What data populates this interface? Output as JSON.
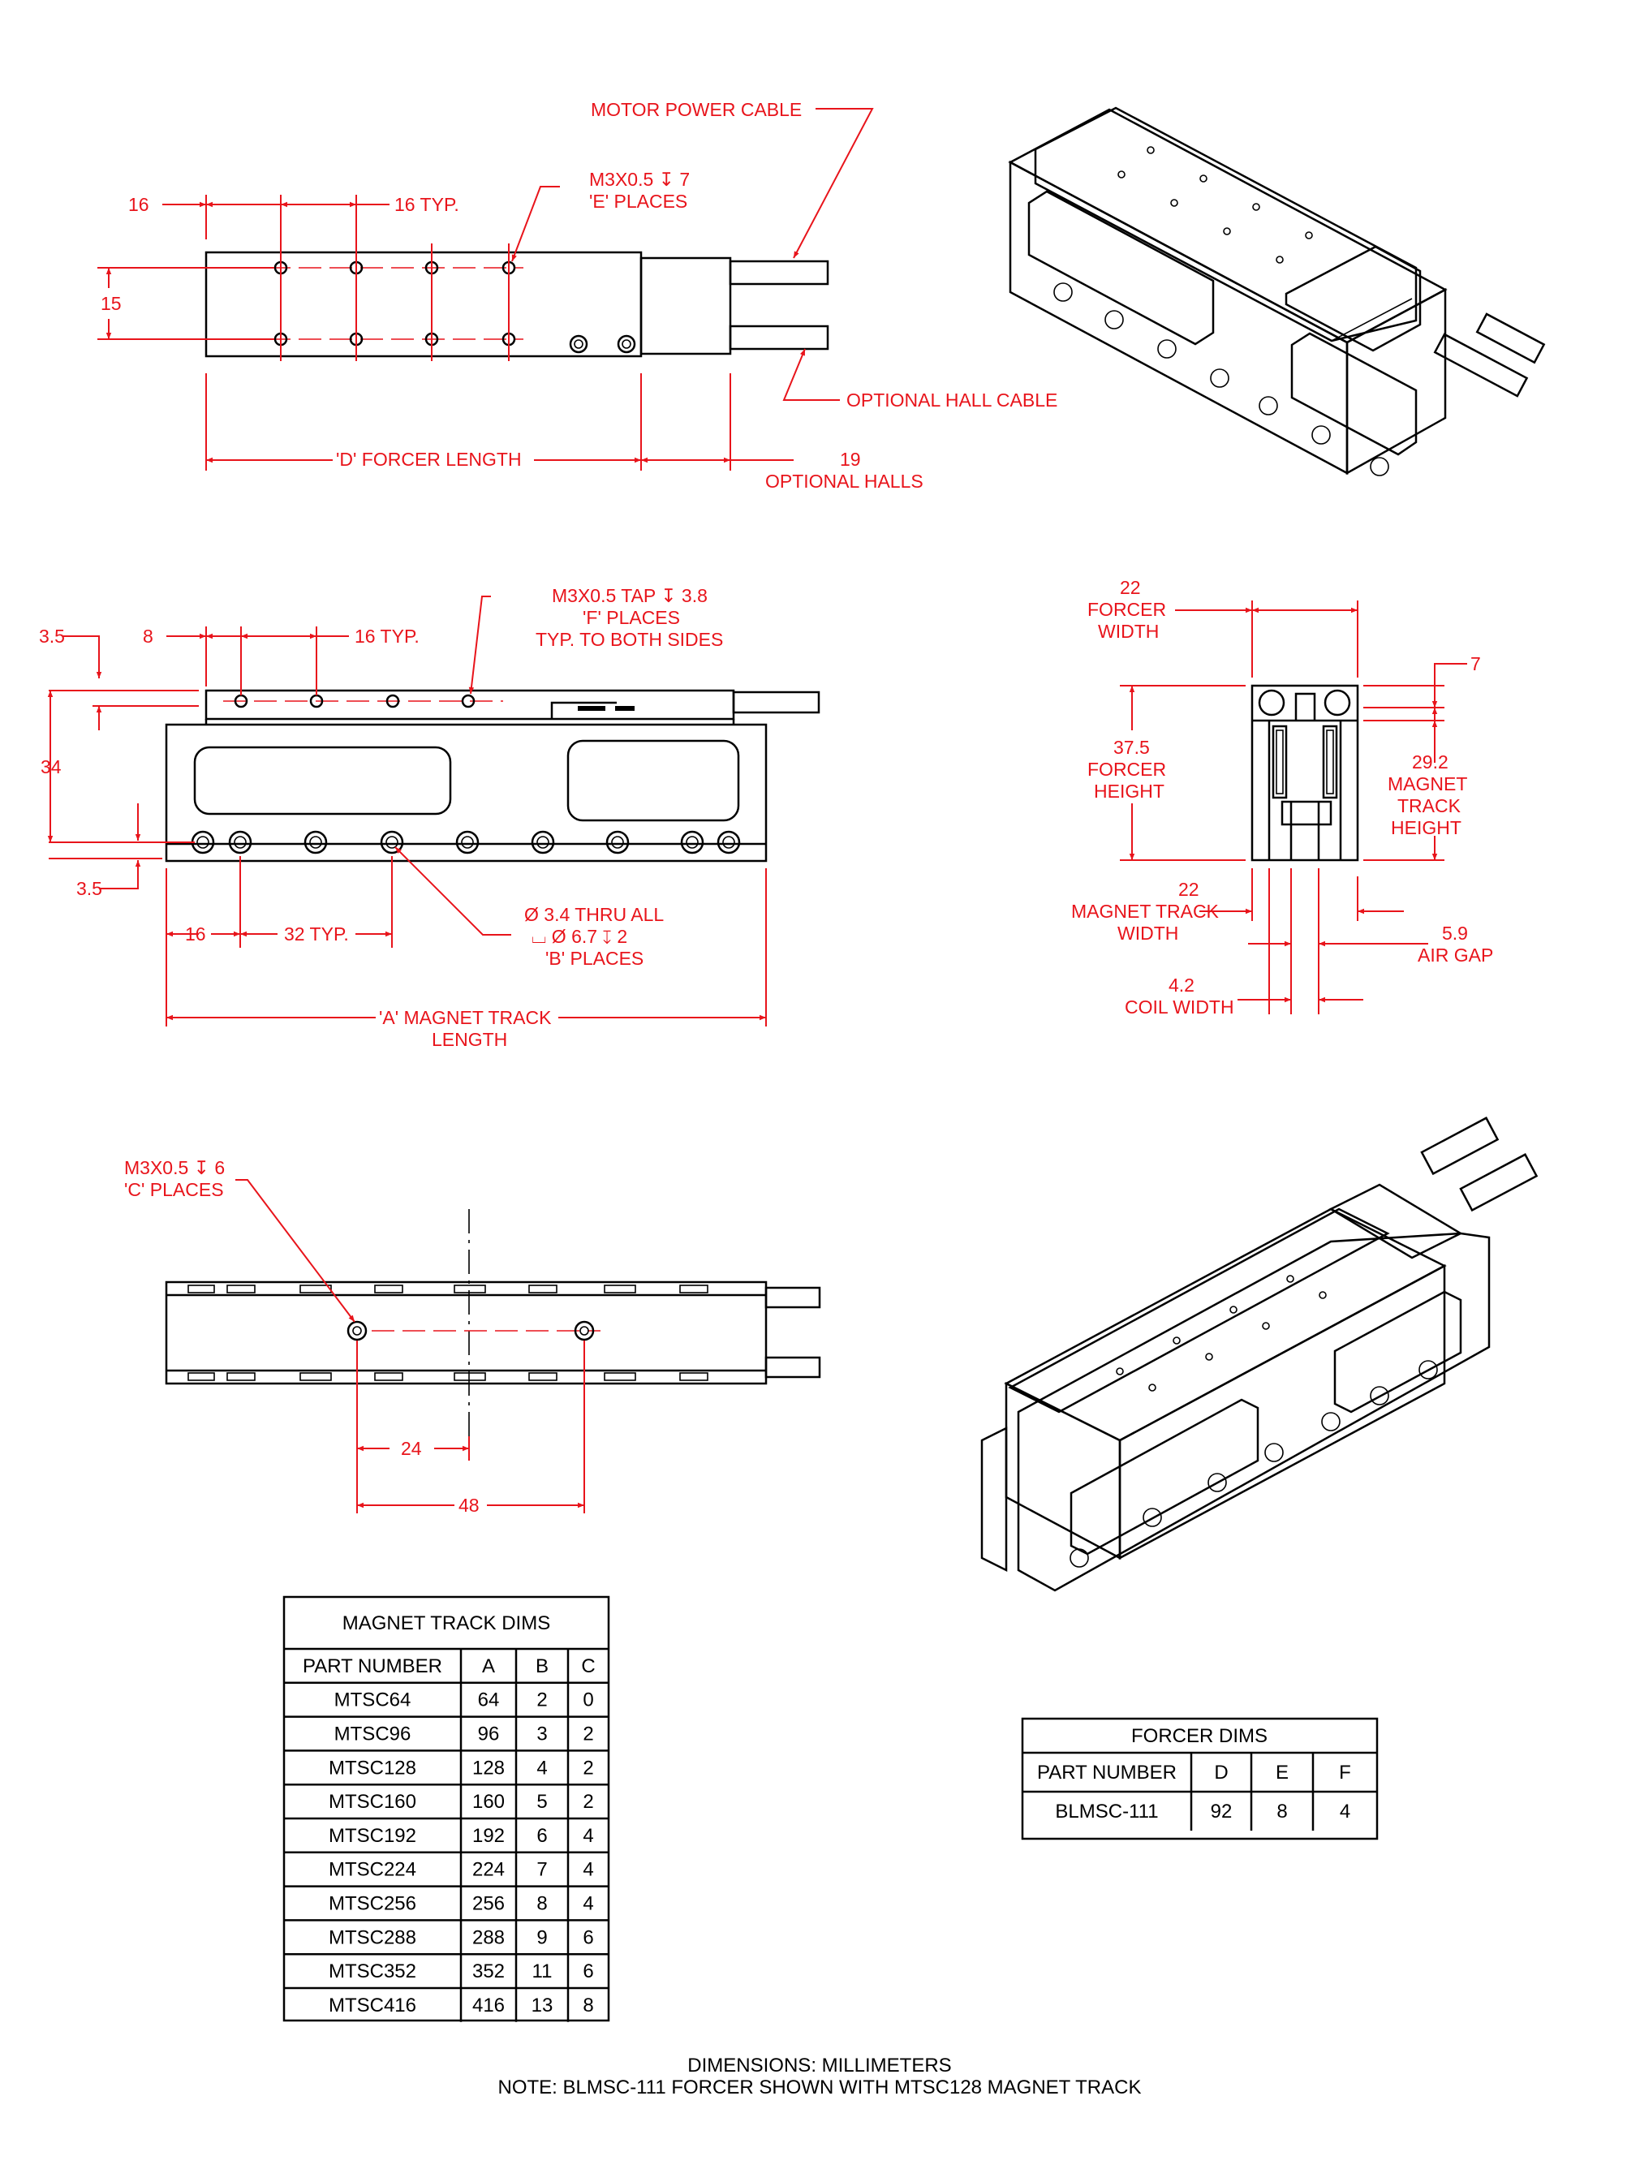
{
  "top_view": {
    "motor_power_cable": "MOTOR POWER CABLE",
    "dim_16": "16",
    "dim_16_typ": "16 TYP.",
    "tap_e_line1": "M3X0.5 ↧ 7",
    "tap_e_line2": "'E' PLACES",
    "dim_15": "15",
    "optional_hall_cable": "OPTIONAL HALL CABLE",
    "d_forcer_length": "'D' FORCER LENGTH",
    "dim_19": "19",
    "optional_halls": "OPTIONAL HALLS"
  },
  "side_view": {
    "dim_3_5_top": "3.5",
    "dim_8": "8",
    "dim_16_typ": "16 TYP.",
    "tap_f_line1": "M3X0.5 TAP ↧ 3.8",
    "tap_f_line2": "'F' PLACES",
    "tap_f_line3": "TYP. TO BOTH SIDES",
    "dim_34": "34",
    "dim_3_5_bottom": "3.5",
    "dim_16": "16",
    "dim_32_typ": "32 TYP.",
    "thru_line1": "Ø 3.4 THRU ALL",
    "thru_line2": "⌴ Ø 6.7 ↧ 2",
    "thru_line3": "'B' PLACES",
    "a_line1": "'A' MAGNET TRACK",
    "a_line2": "LENGTH"
  },
  "end_view": {
    "forcer_width_1": "22",
    "forcer_width_2": "FORCER",
    "forcer_width_3": "WIDTH",
    "dim_7": "7",
    "forcer_height_1": "37.5",
    "forcer_height_2": "FORCER",
    "forcer_height_3": "HEIGHT",
    "track_height_1": "29.2",
    "track_height_2": "MAGNET",
    "track_height_3": "TRACK",
    "track_height_4": "HEIGHT",
    "track_width_1": "22",
    "track_width_2": "MAGNET TRACK",
    "track_width_3": "WIDTH",
    "air_gap_1": "5.9",
    "air_gap_2": "AIR GAP",
    "coil_width_1": "4.2",
    "coil_width_2": "COIL WIDTH"
  },
  "bottom_view": {
    "tap_c_line1": "M3X0.5 ↧ 6",
    "tap_c_line2": "'C' PLACES",
    "dim_24": "24",
    "dim_48": "48"
  },
  "magnet_table": {
    "title": "MAGNET TRACK DIMS",
    "headers": [
      "PART NUMBER",
      "A",
      "B",
      "C"
    ],
    "rows": [
      [
        "MTSC64",
        "64",
        "2",
        "0"
      ],
      [
        "MTSC96",
        "96",
        "3",
        "2"
      ],
      [
        "MTSC128",
        "128",
        "4",
        "2"
      ],
      [
        "MTSC160",
        "160",
        "5",
        "2"
      ],
      [
        "MTSC192",
        "192",
        "6",
        "4"
      ],
      [
        "MTSC224",
        "224",
        "7",
        "4"
      ],
      [
        "MTSC256",
        "256",
        "8",
        "4"
      ],
      [
        "MTSC288",
        "288",
        "9",
        "6"
      ],
      [
        "MTSC352",
        "352",
        "11",
        "6"
      ],
      [
        "MTSC416",
        "416",
        "13",
        "8"
      ]
    ]
  },
  "forcer_table": {
    "title": "FORCER DIMS",
    "headers": [
      "PART NUMBER",
      "D",
      "E",
      "F"
    ],
    "rows": [
      [
        "BLMSC-111",
        "92",
        "8",
        "4"
      ]
    ]
  },
  "footer": {
    "units": "DIMENSIONS:  MILLIMETERS",
    "note": "NOTE: BLMSC-111 FORCER SHOWN WITH MTSC128 MAGNET TRACK"
  }
}
